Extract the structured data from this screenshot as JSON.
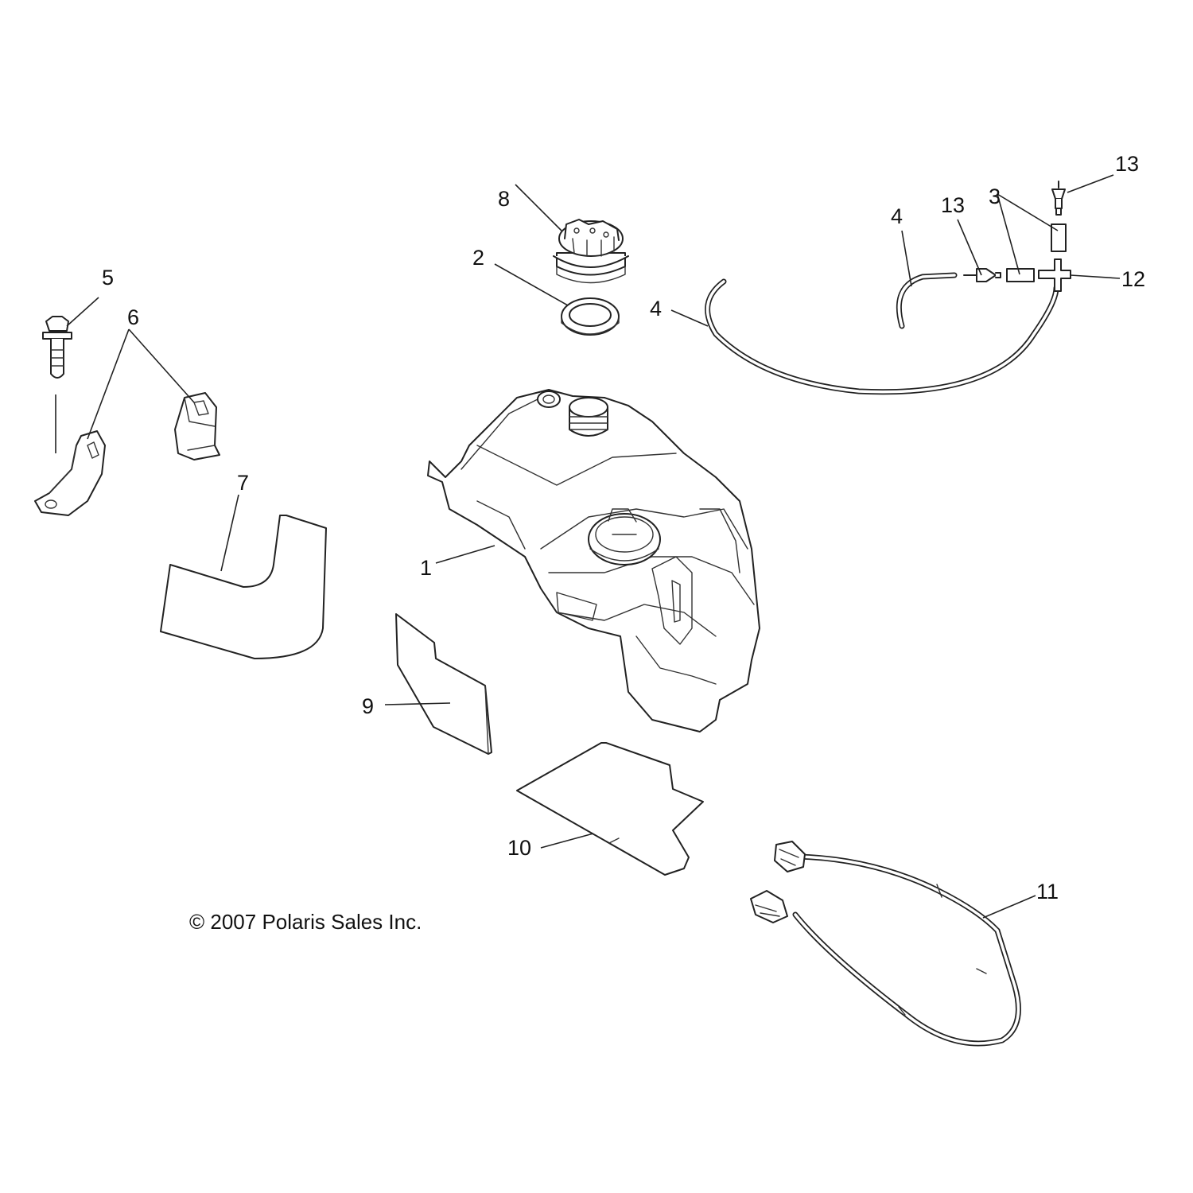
{
  "diagram": {
    "callouts": {
      "c1": "1",
      "c2": "2",
      "c3": "3",
      "c4a": "4",
      "c4b": "4",
      "c5": "5",
      "c6": "6",
      "c7": "7",
      "c8": "8",
      "c9": "9",
      "c10": "10",
      "c11": "11",
      "c12": "12",
      "c13a": "13",
      "c13b": "13"
    },
    "copyright": "© 2007 Polaris Sales Inc."
  }
}
